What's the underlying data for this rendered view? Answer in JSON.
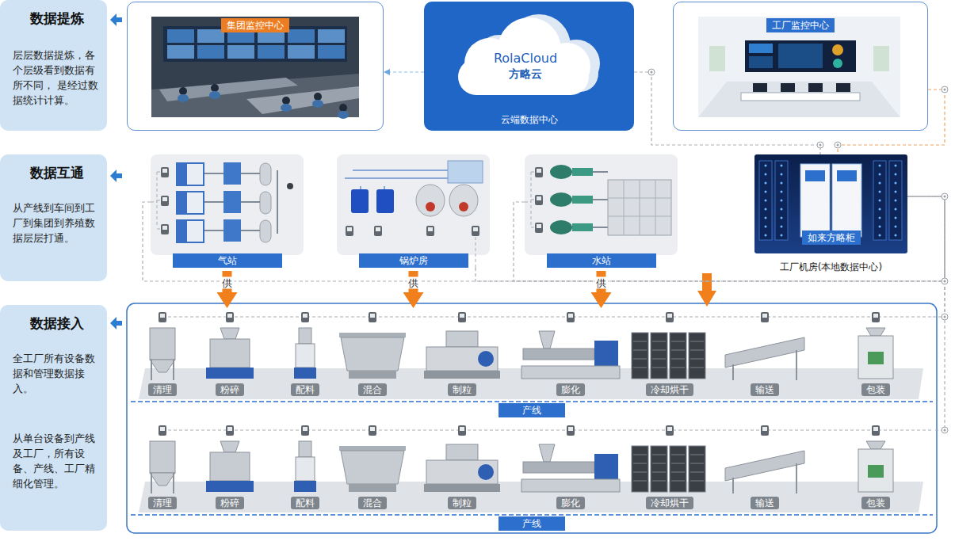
{
  "diagram": {
    "nodes": [
      {
        "text": [
          "数据提炼",
          "层层数据提炼，各个层级看到数据有所不同， 是经过数据统计计算。"
        ]
      },
      {
        "text": [
          "集团监控中心"
        ]
      },
      {
        "text": [
          "云端数据中心"
        ]
      },
      {
        "text": [
          "RolaCloud",
          "方略云"
        ],
        "in": 2
      },
      {
        "text": [
          "工厂监控中心"
        ]
      },
      {
        "text": [
          "数据互通",
          "从产线到车间到工厂到集团到养殖数据层层打通。"
        ]
      },
      {
        "text": [
          "气站"
        ]
      },
      {
        "text": [
          "锅炉房"
        ]
      },
      {
        "text": [
          "水站"
        ]
      },
      {
        "text": [
          "如来方略柜",
          "工厂机房(本地数据中心)"
        ]
      },
      {
        "text": [
          "数据接入",
          "全工厂所有设备数据和管理数据接入。",
          "从单台设备到产线及工厂，所有设备、产线、工厂精细化管理。"
        ]
      },
      {
        "text": [
          "产线"
        ]
      },
      {
        "text": [
          "清理"
        ],
        "in": 11
      },
      {
        "text": [
          "粉碎"
        ],
        "in": 11
      },
      {
        "text": [
          "配料"
        ],
        "in": 11
      },
      {
        "text": [
          "混合"
        ],
        "in": 11
      },
      {
        "text": [
          "制粒"
        ],
        "in": 11
      },
      {
        "text": [
          "膨化"
        ],
        "in": 11
      },
      {
        "text": [
          "冷却烘干"
        ],
        "in": 11
      },
      {
        "text": [
          "输送"
        ],
        "in": 11
      },
      {
        "text": [
          "包装"
        ],
        "in": 11
      },
      {
        "text": [
          "产线"
        ]
      },
      {
        "text": [
          "清理"
        ],
        "in": 21
      },
      {
        "text": [
          "粉碎"
        ],
        "in": 21
      },
      {
        "text": [
          "配料"
        ],
        "in": 21
      },
      {
        "text": [
          "混合"
        ],
        "in": 21
      },
      {
        "text": [
          "制粒"
        ],
        "in": 21
      },
      {
        "text": [
          "膨化"
        ],
        "in": 21
      },
      {
        "text": [
          "冷却烘干"
        ],
        "in": 21
      },
      {
        "text": [
          "输送"
        ],
        "in": 21
      },
      {
        "text": [
          "包装"
        ],
        "in": 21
      }
    ],
    "edges": [
      {
        "from": 2,
        "to": 1,
        "arrow": "to"
      },
      {
        "from": 2,
        "to": 9,
        "arrow": "none"
      },
      {
        "from": 4,
        "to": 9,
        "arrow": "none"
      },
      {
        "from": 6,
        "to": 9,
        "arrow": "none"
      },
      {
        "from": 7,
        "to": 9,
        "arrow": "none"
      },
      {
        "from": 8,
        "to": 9,
        "arrow": "none"
      },
      {
        "from": 9,
        "to": 11,
        "arrow": "none"
      },
      {
        "from": 9,
        "to": 21,
        "arrow": "none"
      },
      {
        "from": 6,
        "to": 11,
        "arrow": "to",
        "label": "供"
      },
      {
        "from": 7,
        "to": 11,
        "arrow": "to",
        "label": "供"
      },
      {
        "from": 8,
        "to": 11,
        "arrow": "to",
        "label": "供"
      }
    ]
  }
}
